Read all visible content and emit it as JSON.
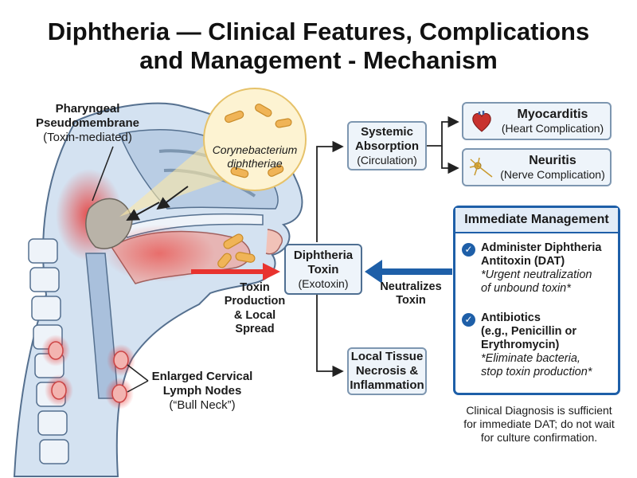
{
  "title": {
    "line1": "Diphtheria — Clinical Features, Complications",
    "line2": "and Management - Mechanism"
  },
  "anatomy": {
    "pseudomembrane": {
      "line1": "Pharyngeal",
      "line2": "Pseudomembrane",
      "line3": "(Toxin-mediated)"
    },
    "bacterium": {
      "line1": "Corynebacterium",
      "line2": "diphtheriae"
    },
    "lymph_nodes": {
      "line1": "Enlarged Cervical",
      "line2": "Lymph Nodes",
      "line3": "(“Bull Neck”)"
    },
    "toxin_production": {
      "line1": "Toxin",
      "line2": "Production",
      "line3": "& Local",
      "line4": "Spread"
    }
  },
  "toxin_box": {
    "title1": "Diphtheria",
    "title2": "Toxin",
    "subtitle": "(Exotoxin)"
  },
  "systemic_box": {
    "title1": "Systemic",
    "title2": "Absorption",
    "subtitle": "(Circulation)"
  },
  "local_box": {
    "line1": "Local Tissue",
    "line2": "Necrosis &",
    "line3": "Inflammation"
  },
  "complications": [
    {
      "title": "Myocarditis",
      "subtitle": "(Heart Complication)",
      "icon": "heart-icon"
    },
    {
      "title": "Neuritis",
      "subtitle": "(Nerve Complication)",
      "icon": "neuron-icon"
    }
  ],
  "neutralizes": {
    "line1": "Neutralizes",
    "line2": "Toxin"
  },
  "management": {
    "header": "Immediate Management",
    "items": [
      {
        "line1": "Administer Diphtheria",
        "line2": "Antitoxin (DAT)",
        "note1": "*Urgent neutralization",
        "note2": "of unbound toxin*"
      },
      {
        "line1": "Antibiotics",
        "line2": "(e.g., Penicillin or",
        "line3": "Erythromycin)",
        "note1": "*Eliminate bacteria,",
        "note2": "stop toxin production*"
      }
    ]
  },
  "footnote": {
    "line1": "Clinical Diagnosis is sufficient",
    "line2": "for immediate DAT; do not wait",
    "line3": "for culture confirmation."
  },
  "colors": {
    "box_fill": "#eef4fa",
    "box_border": "#7d96b0",
    "management_blue": "#1e5fa8",
    "inflammation_red": "#e8332f",
    "bacteria_orange": "#f0b457",
    "tissue_blue": "#c6d7ea"
  }
}
